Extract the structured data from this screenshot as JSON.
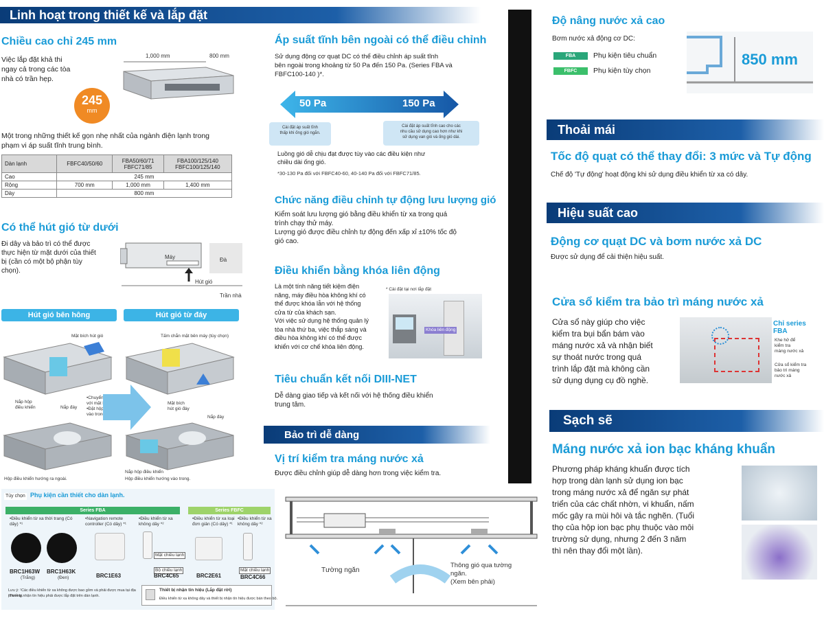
{
  "header": {
    "title": "Linh hoạt trong thiết kế và lắp đặt"
  },
  "height": {
    "title": "Chiều cao chỉ 245 mm",
    "body": [
      "Việc lắp đặt khả thi",
      "ngay cả trong các tòa",
      "nhà có trần hẹp."
    ],
    "dim_len": "1,000 mm",
    "dim_w": "800 mm",
    "badge_num": "245",
    "badge_unit": "mm",
    "note": [
      "Một trong những thiết kế gọn nhẹ nhất của ngành điện lạnh trong",
      "phạm vi áp suất tĩnh trung bình."
    ]
  },
  "spec_table": {
    "headers": [
      "Dàn lạnh",
      "FBFC40/50/60",
      "FBA50/60/71\nFBFC71/85",
      "FBA100/125/140\nFBFC100/125/140"
    ],
    "rows": [
      {
        "label": "Cao",
        "cells": [
          "245 mm"
        ]
      },
      {
        "label": "Rộng",
        "cells": [
          "700 mm",
          "1,000 mm",
          "1,400 mm"
        ]
      },
      {
        "label": "Dày",
        "cells": [
          "800 mm"
        ]
      }
    ]
  },
  "suction": {
    "title": "Có thể hút gió từ dưới",
    "body": [
      "Đi dây và bảo trì có thể được",
      "thực hiện từ mặt dưới của thiết",
      "bị (cần có một bộ phận tùy",
      "chọn)."
    ],
    "may": "Máy",
    "da": "Đà",
    "hut_gio": "Hút gió",
    "tran_nha": "Trần nhà",
    "pill_side": "Hút gió bên hông",
    "pill_bottom": "Hút gió từ đáy",
    "lbl_mat_bich": "Mặt bích hút gió",
    "lbl_tam_chan": "Tấm chắn mặt bên máy (tùy chọn)",
    "lbl_nap_hop": "Nắp hộp\nđiều khiển",
    "lbl_nap_day": "Nắp đáy",
    "lbl_nap_day2": "Nắp đáy",
    "lbl_chuyen": "•Chuyển đổi nắp đáy\nvới mặt bích hút gió.\n•Đặt hộp điều khiển hướng\nvào trong.",
    "lbl_mat_bich2": "Mặt bích\nhút gió đáy",
    "lbl_hop_out": "Hộp điều khiển hướng ra ngoài.",
    "lbl_nap_hop2": "Nắp hộp điều khiển",
    "lbl_hop_in": "Hộp điều khiển hướng vào trong."
  },
  "accessories": {
    "tuy_chon": "Tùy chọn",
    "title": "Phụ kiện cần thiết cho dàn lạnh.",
    "series_fba": "Series FBA",
    "series_fbfc": "Series FBFC",
    "items": [
      {
        "desc": "•Điều khiển từ xa thời trang (Có dây) *¹",
        "model": "BRC1H63W",
        "sub": "(Trắng)"
      },
      {
        "desc": "",
        "model": "BRC1H63K",
        "sub": "(Đen)"
      },
      {
        "desc": "•Navigation remote controller (Có dây) *¹",
        "model": "BRC1E63",
        "sub": ""
      },
      {
        "desc": "•Điều khiển từ xa không dây *²",
        "model": "BRC4C65",
        "sub": ""
      },
      {
        "desc": "•Điều khiển từ xa loại đơn giản (Có dây) *¹",
        "model": "BRC2E61",
        "sub": ""
      },
      {
        "desc": "•Điều khiển từ xa không dây *²",
        "model": "BRC4C66",
        "sub": ""
      }
    ],
    "mat_chieu_lanh": "Mặt chiều lạnh",
    "bo_chieu": "Bộ chiều lạnh",
    "note1": "Lưu ý: ¹Các điều khiển từ xa không được bao gồm và phải được mua tại địa phương.",
    "note2": "²Thiết bị nhận tín hiệu phải được lắp đặt trên dàn lạnh.",
    "receiver_title": "Thiết bị nhận tín hiệu (Lắp đặt rời)",
    "receiver_body": "Điều khiển từ xa không dây và thiết bị nhận tín hiệu được bán theo bộ."
  },
  "pressure": {
    "title": "Áp suất tĩnh bên ngoài có thể điều chỉnh",
    "body": [
      "Sử dụng động cơ quạt DC có thể điều chỉnh áp suất tĩnh",
      "bên ngoài trong khoảng từ 50 Pa đến 150 Pa. (Series FBA và",
      "FBFC100-140 )*."
    ],
    "pa_low": "50 Pa",
    "pa_high": "150 Pa",
    "box_low": "Cài đặt áp suất tĩnh\nthấp khi ống gió ngắn.",
    "box_high": "Cài đặt áp suất tĩnh cao cho các\nnhu cầu sử dụng cao hơn như khi\nsử dụng van gió và ống gió dài.",
    "note": [
      "Luồng gió dễ chịu đạt được tùy vào các điều kiện như",
      "chiều dài ống gió."
    ],
    "footnote": "*30-130 Pa đối với FBFC40-60, 40-140 Pa đối với FBFC71/85."
  },
  "airflow": {
    "title": "Chức năng điều chỉnh tự động lưu lượng gió",
    "body": [
      "Kiểm soát lưu lượng gió bằng điều khiển từ xa trong quá",
      "trình chạy thử máy.",
      "Lượng gió được điều chỉnh tự động đến xấp xỉ ±10% tốc độ",
      "gió cao."
    ]
  },
  "interlock": {
    "title": "Điều khiển bằng khóa liên động",
    "body": [
      "Là một tính năng tiết kiệm điện",
      "năng, máy điều hòa không khí có",
      "thể được khóa lẫn với hệ thống",
      "cửa từ của khách sạn.",
      "Với việc sử dụng hệ thống quản lý",
      "tòa nhà thứ ba, việc thắp sáng và",
      "điều hòa không khí có thể được",
      "khiển với cơ chế khóa liên động."
    ],
    "img_note": "* Cài đặt tại nơi lắp đặt",
    "key_label": "Khóa liên động"
  },
  "diii": {
    "title": "Tiêu chuẩn kết nối DIII-NET",
    "body": [
      "Dễ dàng giao tiếp và kết nối với hệ thống điều khiển",
      "trung tâm."
    ]
  },
  "maintenance": {
    "band": "Bảo trì dễ dàng",
    "title": "Vị trí kiểm tra máng nước xả",
    "body": "Được điều chỉnh giúp dễ dàng hơn trong việc kiểm tra."
  },
  "drain_diag": {
    "tuong_ngan": "Tường ngăn",
    "thong_gio": "Thông gió qua tường\nngăn.\n(Xem bên phải)"
  },
  "lift": {
    "title": "Độ nâng nước xả cao",
    "pump": "Bơm nước xả động cơ DC:",
    "tag_fba": "FBA",
    "tag_fbfc": "FBFC",
    "std": "Phụ kiện tiêu chuẩn",
    "opt": "Phụ kiện tùy chọn",
    "height": "850 mm",
    "tag_fba_color": "#2aa67a",
    "tag_fbfc_color": "#3bbf6b"
  },
  "comfort": {
    "band": "Thoải mái",
    "title": "Tốc độ quạt có thể thay đổi: 3 mức và Tự động",
    "body": "Chế độ 'Tự động' hoạt động khi sử dụng điều khiển từ xa có dây."
  },
  "efficiency": {
    "band": "Hiệu suất cao",
    "title": "Động cơ quạt DC và bơm nước xả DC",
    "body": "Được sử dụng để cải thiện hiệu suất."
  },
  "window": {
    "title": "Cửa sổ kiểm tra bảo trì máng nước xả",
    "body": [
      "Cửa sổ này giúp cho việc",
      "kiểm tra bụi bẩn bám vào",
      "máng nước xả và nhận biết",
      "sự thoát nước trong quá",
      "trình lắp đặt mà không cần",
      "sử dụng dụng cụ đồ nghề."
    ],
    "series_label": "Chỉ series\nFBA",
    "lbl_khe": "Khe hở để\nkiểm tra\nmáng nước xả",
    "lbl_cua": "Cửa sổ kiểm tra\nbảo trì máng\nnước xả"
  },
  "clean": {
    "band": "Sạch sẽ",
    "title": "Máng nước xả ion bạc kháng khuẩn",
    "body": [
      "Phương pháp kháng khuẩn được tích",
      "hợp trong dàn lạnh sử dụng ion bạc",
      "trong máng nước xả để ngăn sự phát",
      "triển của các chất nhờn, vi khuẩn, nấm",
      "mốc gây ra mùi hôi và tắc nghẽn. (Tuổi",
      "thọ của hộp ion bạc phụ thuộc vào môi",
      "trường sử dụng, nhưng 2 đến 3 năm",
      "thì nên thay đổi một lần)."
    ]
  },
  "colors": {
    "accent": "#1a9bd7",
    "navy": "#0a3c78",
    "badge": "#f08a24"
  }
}
